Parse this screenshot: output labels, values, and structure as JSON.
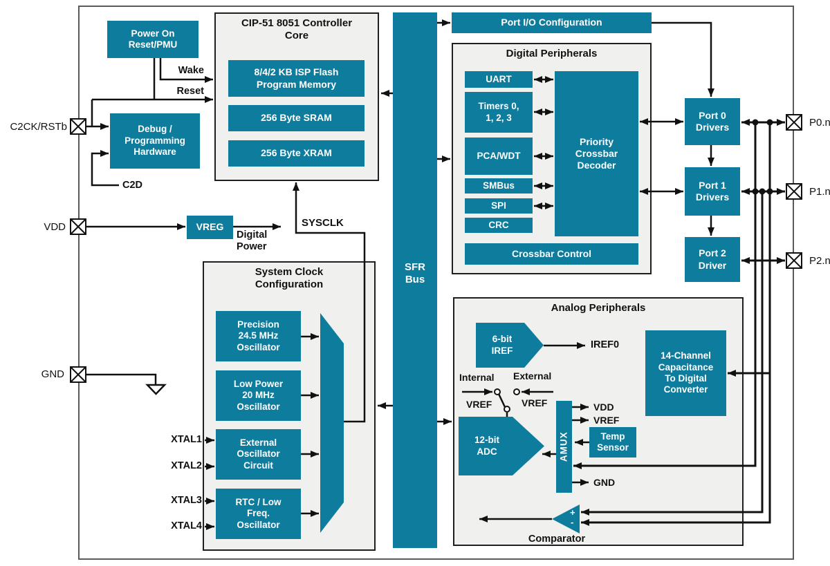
{
  "colors": {
    "teal": "#0e7c9d",
    "panel_bg": "#f0f0ef",
    "panel_border": "#1f1f1f",
    "line": "#111111",
    "chip_border": "#595959"
  },
  "pins": {
    "c2ck": "C2CK/RSTb",
    "vdd": "VDD",
    "gnd": "GND",
    "p0": "P0.n",
    "p1": "P1.n",
    "p2": "P2.n",
    "xtal1": "XTAL1",
    "xtal2": "XTAL2",
    "xtal3": "XTAL3",
    "xtal4": "XTAL4"
  },
  "por": {
    "label": "Power On\nReset/PMU"
  },
  "debug_hw": {
    "label": "Debug /\nProgramming\nHardware"
  },
  "vreg": {
    "label": "VREG"
  },
  "signals": {
    "wake": "Wake",
    "reset": "Reset",
    "c2d": "C2D",
    "sysclk": "SYSCLK",
    "digital_power": "Digital\nPower"
  },
  "core": {
    "title": "CIP-51 8051 Controller\nCore",
    "flash": "8/4/2 KB ISP Flash\nProgram Memory",
    "sram": "256 Byte SRAM",
    "xram": "256 Byte XRAM"
  },
  "sfr_bus": {
    "label": "SFR\nBus"
  },
  "port_io": {
    "label": "Port I/O Configuration"
  },
  "digital": {
    "title": "Digital Peripherals",
    "uart": "UART",
    "timers": "Timers 0,\n1, 2, 3",
    "pca": "PCA/WDT",
    "smbus": "SMBus",
    "spi": "SPI",
    "crc": "CRC",
    "decoder": "Priority\nCrossbar\nDecoder",
    "crossbar_control": "Crossbar Control"
  },
  "clock": {
    "title": "System Clock\nConfiguration",
    "osc1": "Precision\n24.5 MHz\nOscillator",
    "osc2": "Low Power\n20 MHz\nOscillator",
    "osc3": "External\nOscillator\nCircuit",
    "osc4": "RTC / Low\nFreq.\nOscillator"
  },
  "analog": {
    "title": "Analog Peripherals",
    "iref": "6-bit\nIREF",
    "iref0": "IREF0",
    "cap_converter": "14-Channel\nCapacitance\nTo Digital\nConverter",
    "internal": "Internal",
    "external": "External",
    "vref_int": "VREF",
    "vref_ext": "VREF",
    "adc": "12-bit\nADC",
    "amux": "AMUX",
    "temp_sensor": "Temp\nSensor",
    "vdd": "VDD",
    "vref": "VREF",
    "gnd": "GND",
    "comparator": "Comparator",
    "plus": "+",
    "minus": "-"
  },
  "ports": {
    "p0": "Port 0\nDrivers",
    "p1": "Port 1\nDrivers",
    "p2": "Port 2\nDriver"
  }
}
